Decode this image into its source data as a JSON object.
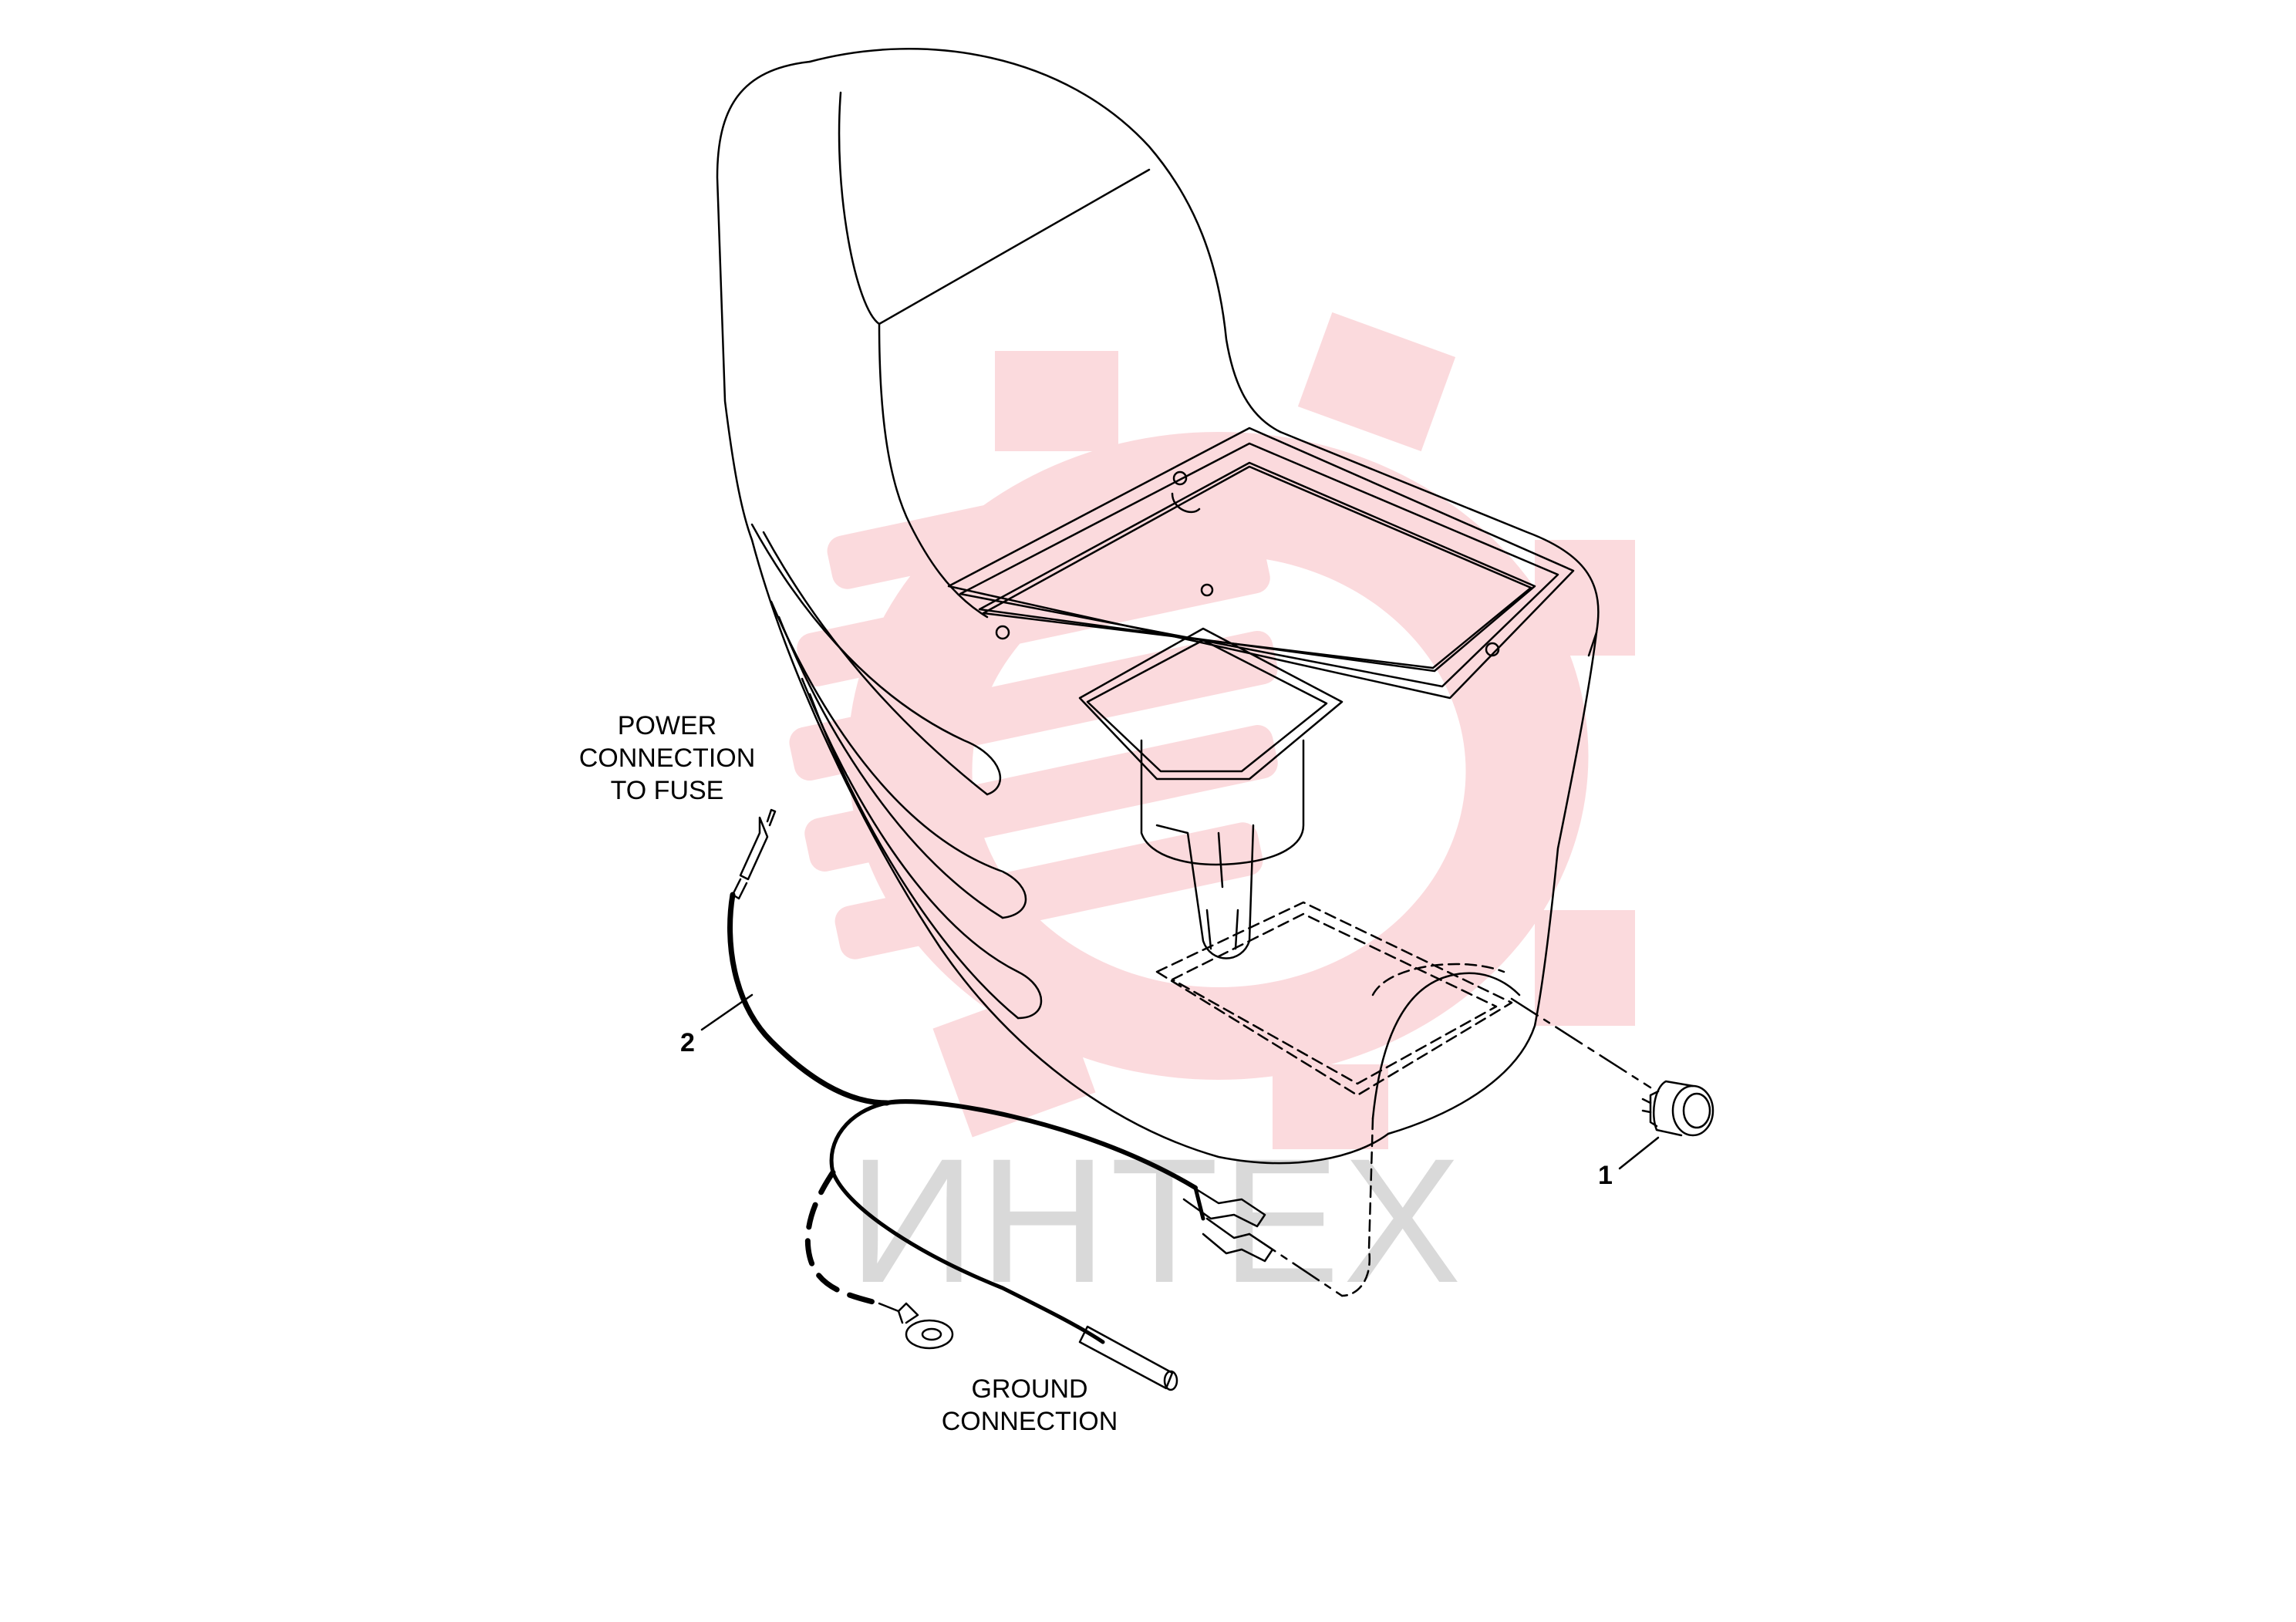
{
  "diagram": {
    "labels": {
      "power": [
        "POWER",
        "CONNECTION",
        "TO FUSE"
      ],
      "ground": [
        "GROUND",
        "CONNECTION"
      ]
    },
    "callouts": {
      "item_1": "1",
      "item_2": "2"
    }
  },
  "watermark": {
    "text": "ИНТЕХ",
    "logo_icon": "gear-logo-icon",
    "logo_color": "#f4b8bf",
    "text_color": "#d9d9d9"
  },
  "colors": {
    "line": "#000000",
    "background": "#ffffff"
  }
}
